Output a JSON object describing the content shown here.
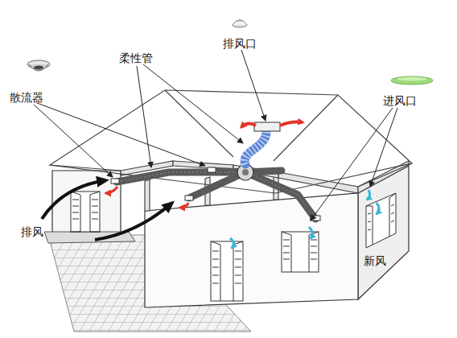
{
  "diagram": {
    "labels": [
      "排风口",
      "柔性管",
      "散流器",
      "进风口",
      "排风",
      "新风"
    ]
  }
}
